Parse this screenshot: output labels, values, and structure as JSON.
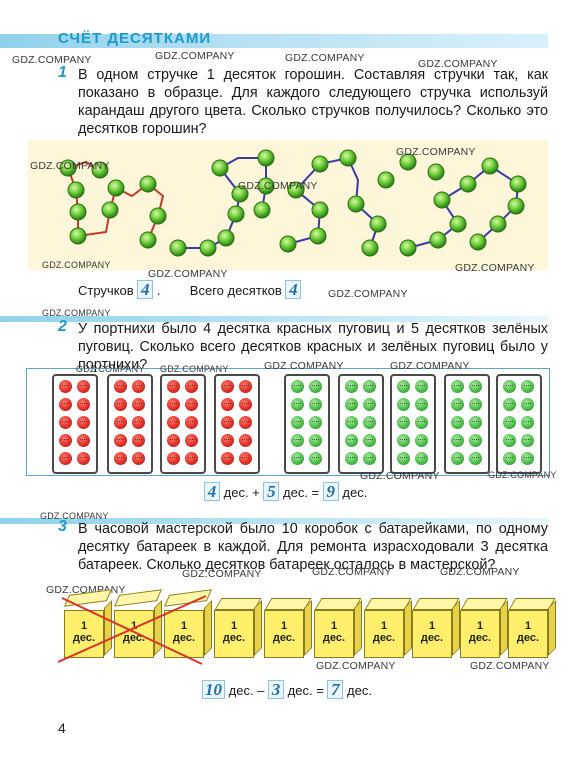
{
  "header": {
    "title": "СЧЁТ ДЕСЯТКАМИ",
    "accent_color": "#1f9ac9"
  },
  "watermark": "GDZ.COMPANY",
  "task1": {
    "number": "1",
    "text": "В одном стручке 1 десяток горошин. Составляя стручки так, как показано в образце. Для каждого следующего стручка используй карандаш другого цвета. Сколько стручков получилось? Сколько это десятков горошин?",
    "answer": {
      "pods_label": "Стручков",
      "pods_value": "4",
      "dot": ".",
      "total_label": "Всего десятков",
      "total_value": "4"
    }
  },
  "task2": {
    "number": "2",
    "text": "У портнихи было 4 десятка красных пуговиц и 5 десятков зелёных пуговиц. Сколько всего десятков красных и зелёных пуговиц было у портнихи?",
    "red_cards": 4,
    "green_cards": 5,
    "answer": {
      "a": "4",
      "unit1": "дес. +",
      "b": "5",
      "unit2": "дес. =",
      "c": "9",
      "unit3": "дес."
    }
  },
  "task3": {
    "number": "3",
    "text": "В часовой мастерской было 10 коробок с батарейками, по одному десятку батареек в каждой. Для ремонта израсходовали 3 десятка батареек. Сколько десятков батареек осталось в мастерской?",
    "box_label_top": "1",
    "box_label_bottom": "дес.",
    "open_crossed_boxes": 3,
    "answer": {
      "a": "10",
      "unit1": "дес. –",
      "b": "3",
      "unit2": "дес. =",
      "c": "7",
      "unit3": "дес."
    }
  },
  "page_number": "4"
}
